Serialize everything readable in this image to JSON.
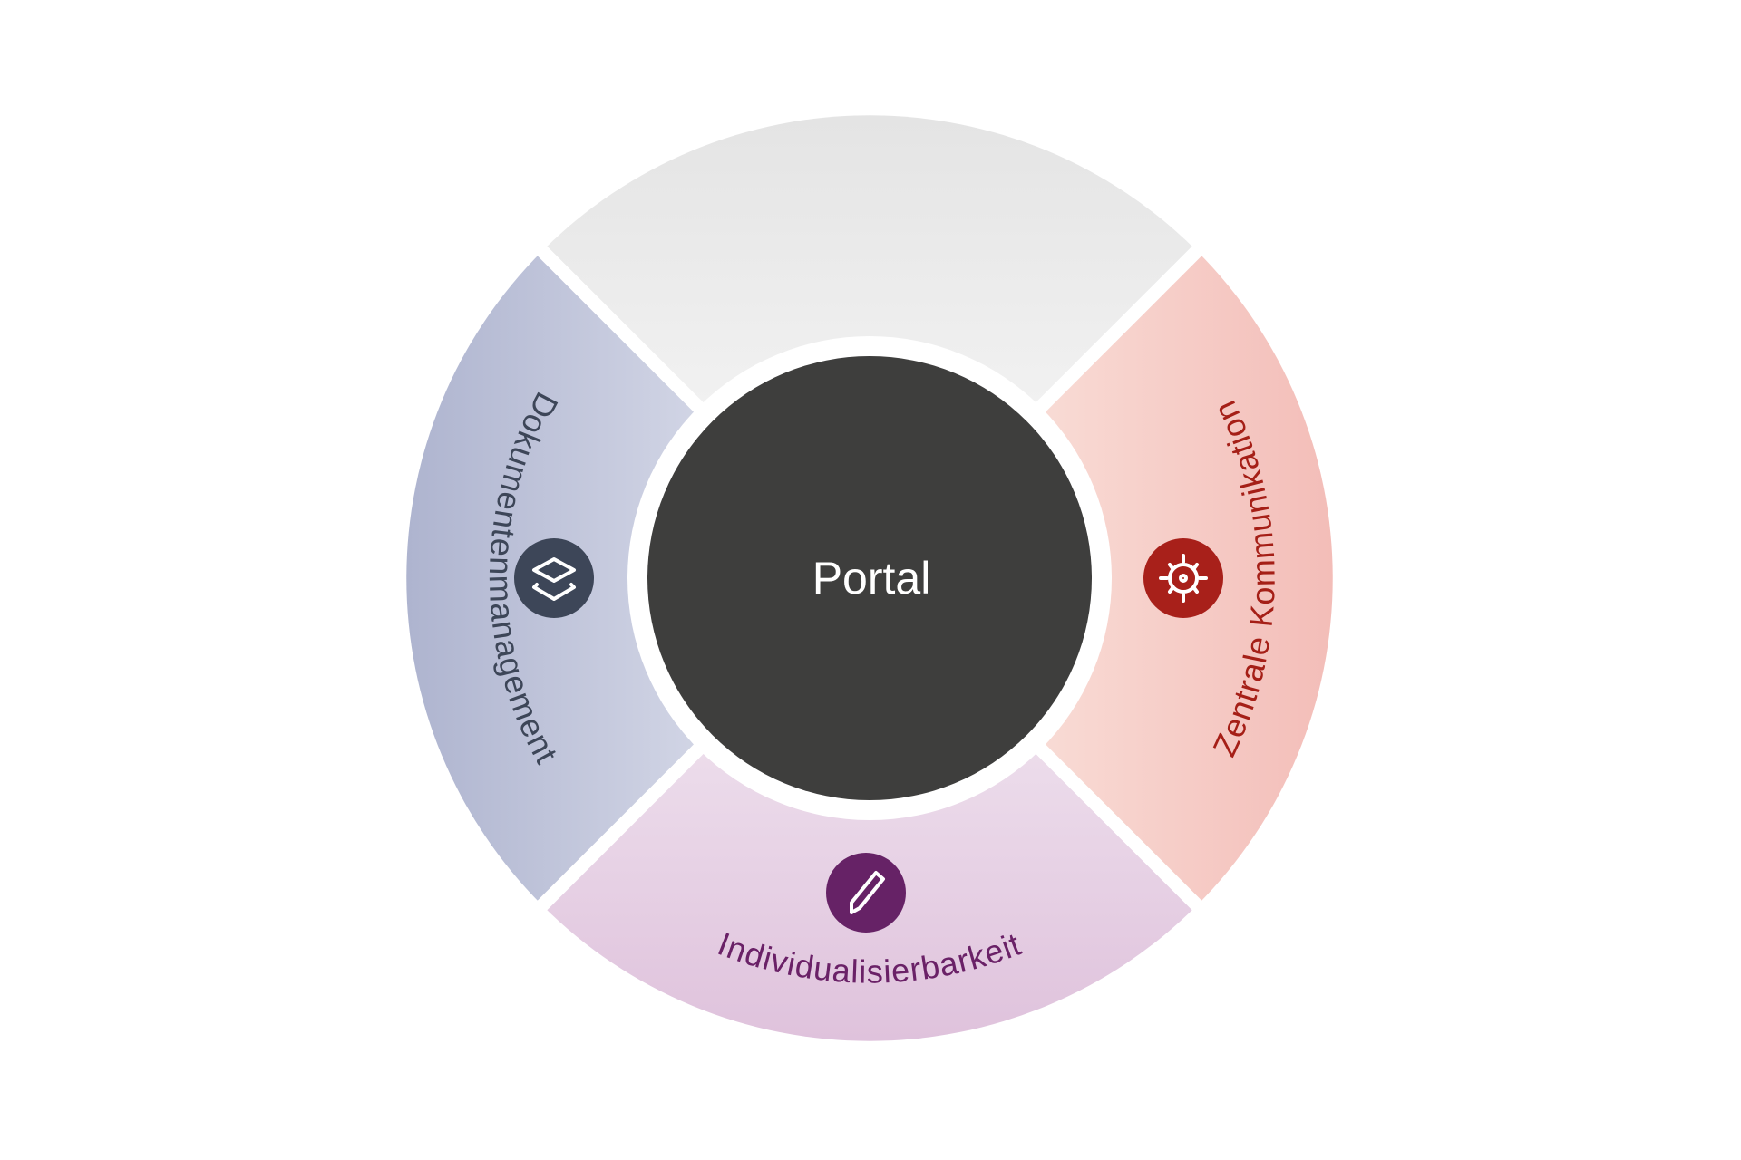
{
  "center": {
    "label": "Portal",
    "color": "#3e3e3d"
  },
  "segments": [
    {
      "id": "top",
      "label": "",
      "gradient": [
        "#e4e4e4",
        "#f8f8f8"
      ]
    },
    {
      "id": "left",
      "label": "Dokumentenmanagement",
      "icon": "layers-icon",
      "text_color": "#3d4658",
      "icon_color": "#3d4658",
      "gradient": [
        "#aeb4cf",
        "#e6e8f2"
      ]
    },
    {
      "id": "right",
      "label": "Zentrale Kommunikation",
      "icon": "gear-icon",
      "text_color": "#a51f17",
      "icon_color": "#a8201a",
      "gradient": [
        "#fcece4",
        "#f3bdb8"
      ]
    },
    {
      "id": "bottom",
      "label": "Individualisierbarkeit",
      "icon": "pencil-icon",
      "text_color": "#6a2167",
      "icon_color": "#662266",
      "gradient": [
        "#f4ecf4",
        "#dfc2dc"
      ]
    }
  ]
}
